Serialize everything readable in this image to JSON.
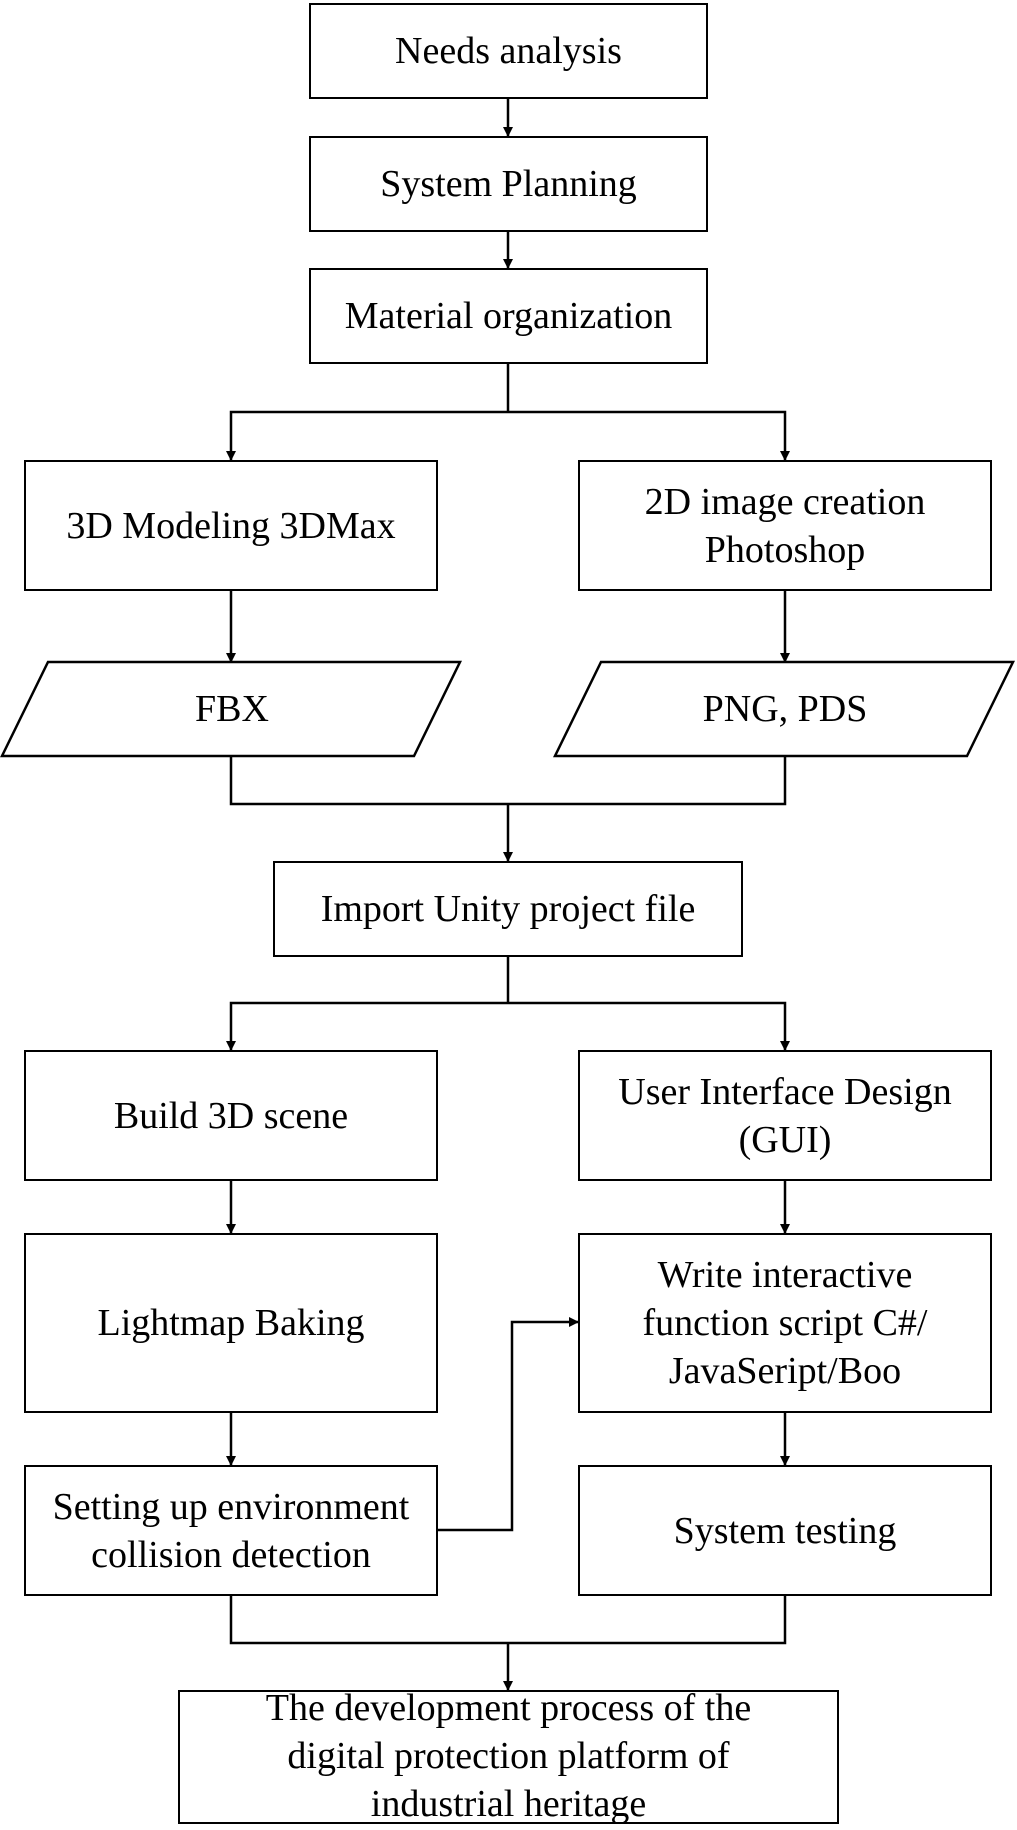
{
  "colors": {
    "stroke": "#000000",
    "fill": "#ffffff"
  },
  "nodes": {
    "needs_analysis": [
      "Needs analysis"
    ],
    "system_planning": [
      "System Planning"
    ],
    "material_organization": [
      "Material organization"
    ],
    "modeling_3d": [
      "3D Modeling 3DMax"
    ],
    "image_2d": [
      "2D image creation",
      "Photoshop"
    ],
    "fbx": [
      "FBX"
    ],
    "png_pds": [
      "PNG, PDS"
    ],
    "import_unity": [
      "Import Unity project file"
    ],
    "build_scene": [
      "Build 3D scene"
    ],
    "ui_design": [
      "User Interface Design",
      "(GUI)"
    ],
    "lightmap": [
      "Lightmap Baking"
    ],
    "write_script": [
      "Write interactive",
      "function script C#/",
      "JavaSeript/Boo"
    ],
    "collision": [
      "Setting up environment",
      "collision detection"
    ],
    "system_testing": [
      "System testing"
    ],
    "final": [
      "The development process of the",
      "digital protection platform of",
      "industrial heritage"
    ]
  }
}
